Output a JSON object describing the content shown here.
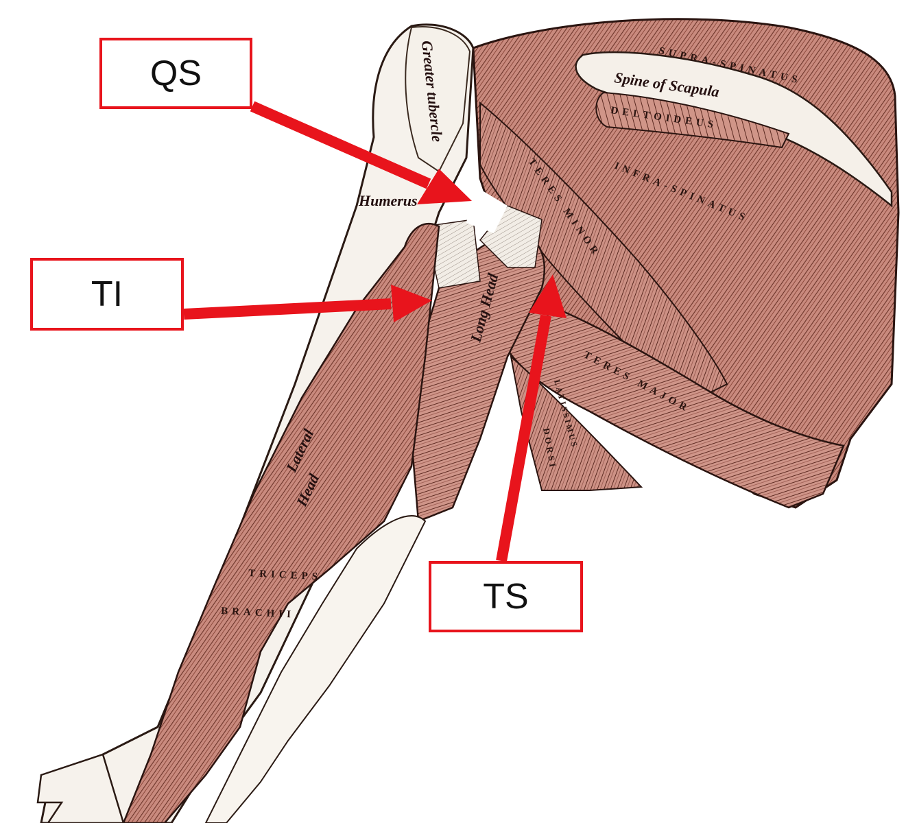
{
  "callouts": {
    "qs": "QS",
    "ti": "TI",
    "ts": "TS"
  },
  "anatomy_labels": {
    "supraspinatus": "SUPRA-SPINATUS",
    "spine_of_scapula": "Spine of Scapula",
    "deltoideus": "DELTOIDEUS",
    "greater_tubercle": "Greater tubercle",
    "humerus": "Humerus",
    "teres_minor": "TERES MINOR",
    "infraspinatus": "INFRA-SPINATUS",
    "long_head": "Long Head",
    "teres_major": "TERES MAJOR",
    "latissimus": "LATISSIMUS",
    "dorsi": "DORSI",
    "lateral": "Lateral",
    "head": "Head",
    "triceps": "TRICEPS",
    "brachii": "BRACHII"
  },
  "colors": {
    "muscle": "#c9877b",
    "muscle_dark": "#5a2a22",
    "bone": "#f4efe8",
    "callout_red": "#e8141c"
  }
}
